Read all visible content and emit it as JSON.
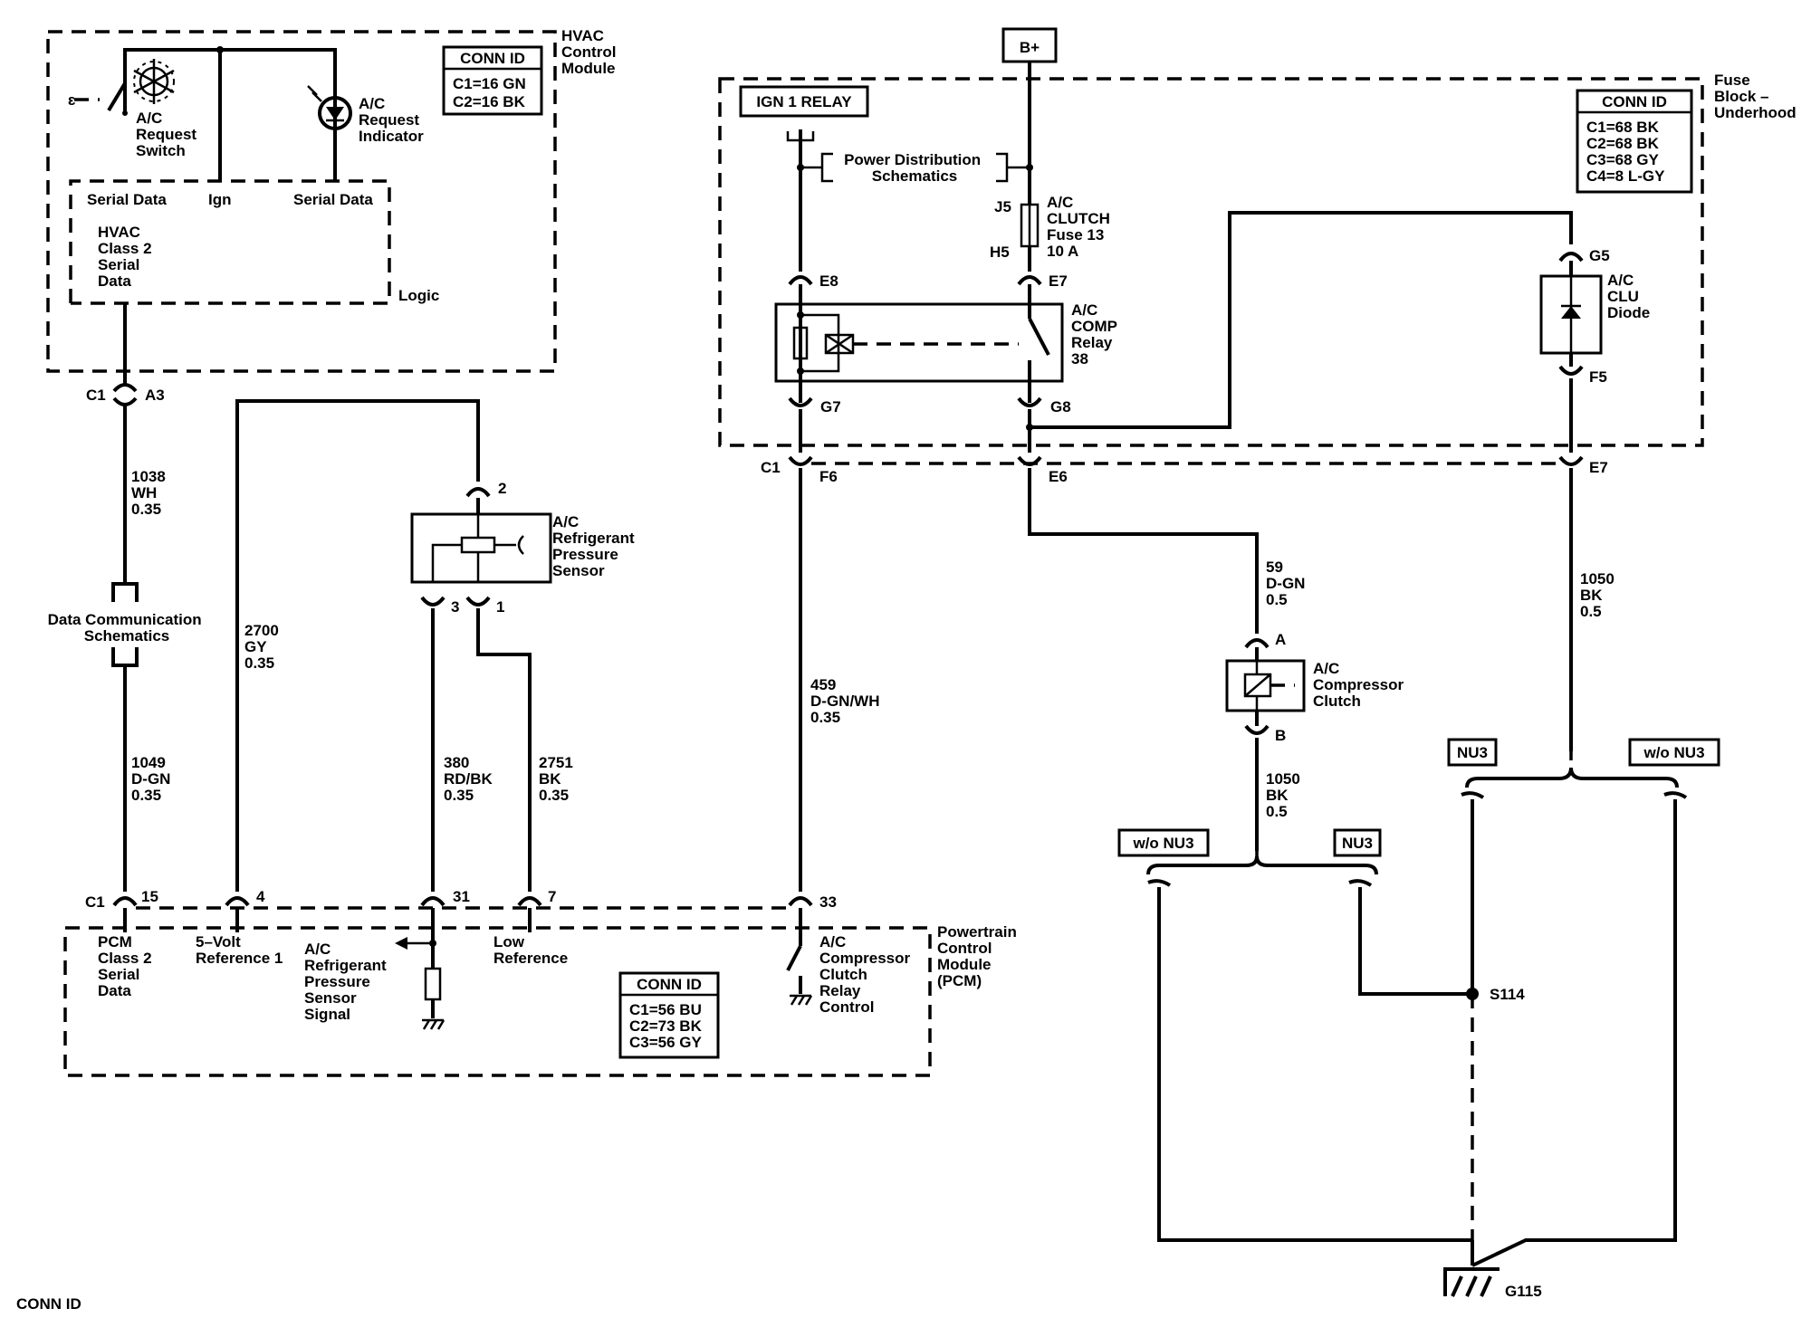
{
  "hvac": {
    "module_label": [
      "HVAC",
      "Control",
      "Module"
    ],
    "conn_id_title": "CONN ID",
    "conn_id_lines": [
      "C1=16 GN",
      "C2=16 BK"
    ],
    "switch_label": [
      "A/C",
      "Request",
      "Switch"
    ],
    "indicator_label": [
      "A/C",
      "Request",
      "Indicator"
    ],
    "pin_serial_data_left": "Serial Data",
    "pin_ign": "Ign",
    "pin_serial_data_right": "Serial Data",
    "class2_label": [
      "HVAC",
      "Class 2",
      "Serial",
      "Data"
    ],
    "logic_label": "Logic",
    "connector_c1": "C1",
    "connector_a3": "A3"
  },
  "fuse_block": {
    "b_plus": "B+",
    "ign1_relay": "IGN 1 RELAY",
    "label": [
      "Fuse",
      "Block –",
      "Underhood"
    ],
    "conn_id_title": "CONN ID",
    "conn_id_lines": [
      "C1=68 BK",
      "C2=68 BK",
      "C3=68 GY",
      "C4=8 L-GY"
    ],
    "power_dist_label": [
      "Power Distribution",
      "Schematics"
    ],
    "fuse_pin_top": "J5",
    "fuse_pin_bottom": "H5",
    "fuse_label": [
      "A/C",
      "CLUTCH",
      "Fuse 13",
      "10 A"
    ],
    "relay_label": [
      "A/C",
      "COMP",
      "Relay",
      "38"
    ],
    "diode_label": [
      "A/C",
      "CLU",
      "Diode"
    ],
    "pins": {
      "e8": "E8",
      "e7": "E7",
      "g7": "G7",
      "g8": "G8",
      "g5": "G5",
      "f5": "F5",
      "c1": "C1",
      "f6": "F6",
      "e6": "E6",
      "e7b": "E7"
    }
  },
  "wires": {
    "w1038": [
      "1038",
      "WH",
      "0.35"
    ],
    "w1049": [
      "1049",
      "D-GN",
      "0.35"
    ],
    "w2700": [
      "2700",
      "GY",
      "0.35"
    ],
    "w380": [
      "380",
      "RD/BK",
      "0.35"
    ],
    "w2751": [
      "2751",
      "BK",
      "0.35"
    ],
    "w459": [
      "459",
      "D-GN/WH",
      "0.35"
    ],
    "w59": [
      "59",
      "D-GN",
      "0.5"
    ],
    "w1050a": [
      "1050",
      "BK",
      "0.5"
    ],
    "w1050b": [
      "1050",
      "BK",
      "0.5"
    ]
  },
  "data_comm_label": [
    "Data Communication",
    "Schematics"
  ],
  "sensor": {
    "label": [
      "A/C",
      "Refrigerant",
      "Pressure",
      "Sensor"
    ],
    "pin2": "2",
    "pin3": "3",
    "pin1": "1"
  },
  "clutch": {
    "label": [
      "A/C",
      "Compressor",
      "Clutch"
    ],
    "pin_a": "A",
    "pin_b": "B"
  },
  "pcm": {
    "connector_c1": "C1",
    "pin15": "15",
    "pin4": "4",
    "pin31": "31",
    "pin7": "7",
    "pin33": "33",
    "class2_label": [
      "PCM",
      "Class 2",
      "Serial",
      "Data"
    ],
    "ref5v_label": [
      "5–Volt",
      "Reference 1"
    ],
    "signal_label": [
      "A/C",
      "Refrigerant",
      "Pressure",
      "Sensor",
      "Signal"
    ],
    "low_ref_label": [
      "Low",
      "Reference"
    ],
    "relay_ctrl_label": [
      "A/C",
      "Compressor",
      "Clutch",
      "Relay",
      "Control"
    ],
    "module_label": [
      "Powertrain",
      "Control",
      "Module",
      "(PCM)"
    ],
    "conn_id_title": "CONN ID",
    "conn_id_lines": [
      "C1=56 BU",
      "C2=73 BK",
      "C3=56 GY"
    ]
  },
  "options": {
    "wo_nu3_left": "w/o NU3",
    "nu3_left": "NU3",
    "nu3_right": "NU3",
    "wo_nu3_right": "w/o NU3"
  },
  "splice": "S114",
  "ground": "G115",
  "footer": "CONN ID"
}
